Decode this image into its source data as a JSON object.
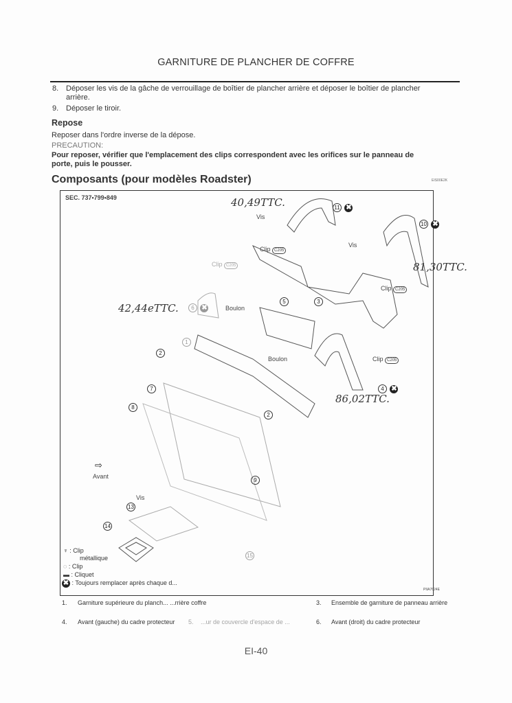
{
  "title": "GARNITURE DE PLANCHER DE COFFRE",
  "steps": [
    {
      "num": "8.",
      "text_line1": "Déposer les vis de la gâche de verrouillage de boîtier de plancher arrière et déposer le boîtier de plancher",
      "text_line2": "arrière."
    },
    {
      "num": "9.",
      "text_line1": "Déposer le tiroir."
    }
  ],
  "repose": {
    "heading": "Repose",
    "text": "Reposer dans l'ordre inverse de la dépose.",
    "caution_label": "PRECAUTION:",
    "caution_line1": "Pour reposer, vérifier que l'emplacement des clips correspondent avec les orifices sur le panneau de",
    "caution_line2": "porte, puis le pousser."
  },
  "section": {
    "heading": "Composants (pour modèles Roadster)",
    "code": "EIS00E2K"
  },
  "diagram": {
    "sec": "SEC. 737•799•849",
    "figure_code": "PIIA7624E",
    "labels": {
      "vis": "Vis",
      "clip": "Clip",
      "boulon": "Boulon",
      "avant": "Avant",
      "clip_code": "C205"
    },
    "callouts": [
      "1",
      "2",
      "3",
      "4",
      "5",
      "6",
      "7",
      "8",
      "9",
      "10",
      "11",
      "13",
      "14",
      "15"
    ],
    "handwritten": [
      "40,49TTC.",
      "81,30TTC.",
      "42,44eTTC.",
      "86,02TTC."
    ],
    "legend": [
      {
        "symbol": "♆",
        "text": "Clip",
        "text2": "métallique"
      },
      {
        "symbol": "◌",
        "text": "Clip"
      },
      {
        "symbol": "▬",
        "text": "Cliquet"
      },
      {
        "symbol": "✖",
        "text": "Toujours remplacer après chaque d..."
      }
    ]
  },
  "parts": [
    {
      "num": "1.",
      "text": "Garniture supérieure du planch... ...rrière coffre"
    },
    {
      "num": "3.",
      "text": "Ensemble de garniture de panneau arrière"
    },
    {
      "num": "4.",
      "text": "Avant (gauche) du cadre protecteur"
    },
    {
      "num": "5.",
      "text": "...ur de couvercle d'espace de ..."
    },
    {
      "num": "6.",
      "text": "Avant (droit) du cadre protecteur"
    }
  ],
  "page_number": "EI-40"
}
